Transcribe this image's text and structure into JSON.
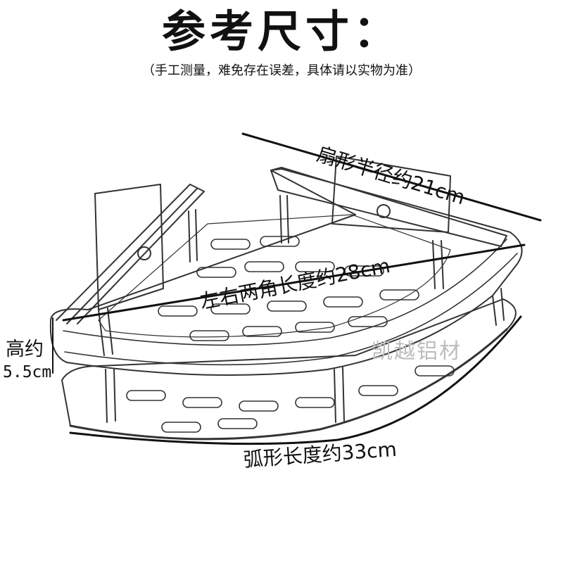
{
  "title": "参考尺寸：",
  "note": "（手工测量，难免存在误差，具体请以实物为准）",
  "dimensions": {
    "radius": "扇形半径约21cm",
    "corner_span": "左右两角长度约28cm",
    "arc_length": "弧形长度约33cm",
    "height_label": "高约",
    "height_value": "5.5cm"
  },
  "watermark": "凯越铝材",
  "colors": {
    "line": "#111111",
    "sketch": "#333333",
    "watermark": "#bdbdbd"
  }
}
